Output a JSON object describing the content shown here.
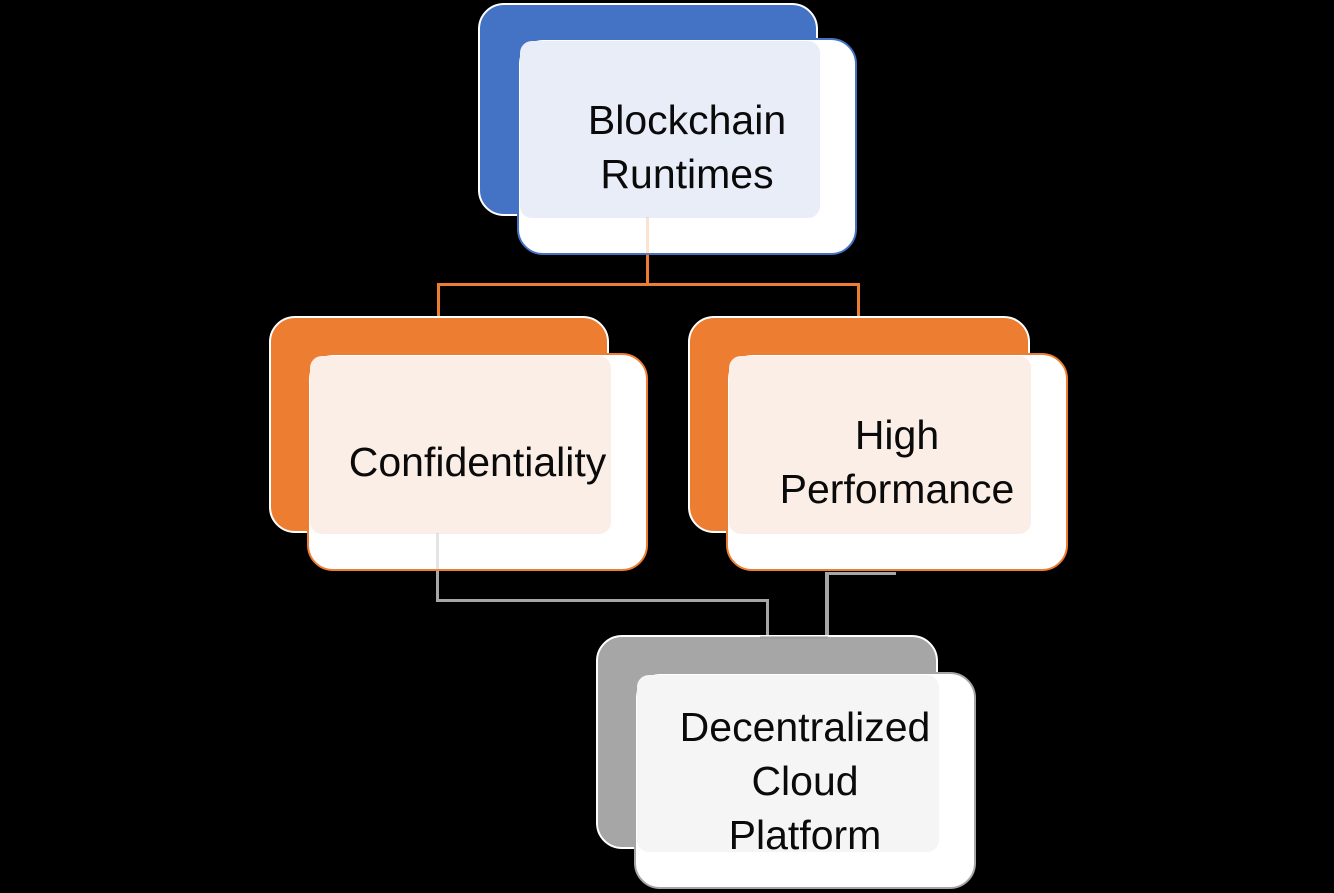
{
  "diagram": {
    "type": "hierarchy",
    "background_color": "#000000",
    "text_color": "#0a0a0a",
    "nodes": [
      {
        "id": "blockchain-runtimes",
        "label": "Blockchain\nRuntimes",
        "level": 1,
        "accent_color": "#4472C4",
        "tint_color": "#E9EDF8",
        "card_color": "#FFFFFF"
      },
      {
        "id": "confidentiality",
        "label": "Confidentiality",
        "level": 2,
        "accent_color": "#ED7D31",
        "tint_color": "#FBEEE7",
        "card_color": "#FFFFFF"
      },
      {
        "id": "high-performance",
        "label": "High\nPerformance",
        "level": 2,
        "accent_color": "#ED7D31",
        "tint_color": "#FBEEE7",
        "card_color": "#FFFFFF"
      },
      {
        "id": "decentralized-cloud-platform",
        "label": "Decentralized\nCloud\nPlatform",
        "level": 3,
        "accent_color": "#A6A6A6",
        "tint_color": "#F5F5F5",
        "card_color": "#FFFFFF"
      }
    ],
    "edges": [
      {
        "from": "blockchain-runtimes",
        "to": "confidentiality",
        "color": "#ED7D31"
      },
      {
        "from": "blockchain-runtimes",
        "to": "high-performance",
        "color": "#ED7D31"
      },
      {
        "from": "confidentiality",
        "to": "decentralized-cloud-platform",
        "color": "#A6A6A6"
      },
      {
        "from": "high-performance",
        "to": "decentralized-cloud-platform",
        "color": "#A6A6A6"
      }
    ]
  }
}
